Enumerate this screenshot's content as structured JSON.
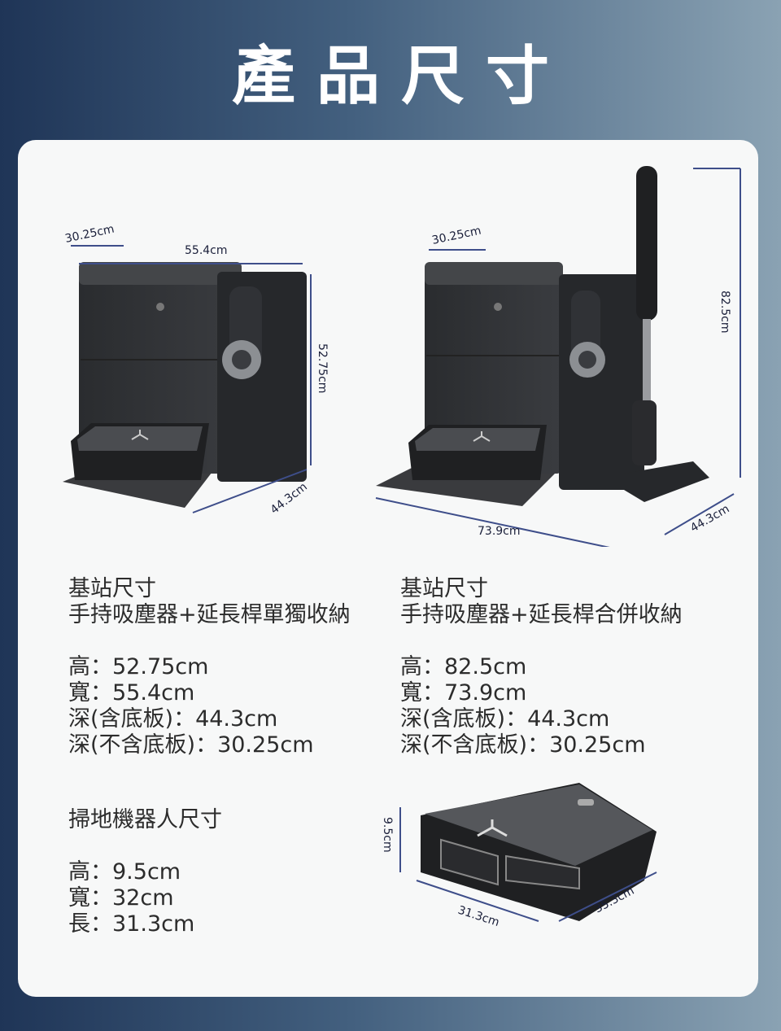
{
  "title": "產品尺寸",
  "figure1": {
    "depth_top": "30.25cm",
    "width": "55.4cm",
    "height": "52.75cm",
    "depth": "44.3cm"
  },
  "figure2": {
    "depth_top": "30.25cm",
    "height": "82.5cm",
    "width": "73.9cm",
    "depth": "44.3cm"
  },
  "figure3": {
    "height": "9.5cm",
    "length": "31.3cm",
    "width": "35.3cm"
  },
  "spec_left": {
    "heading": "基站尺寸",
    "subheading": "手持吸塵器+延長桿單獨收納",
    "lines": [
      "高：52.75cm",
      "寬：55.4cm",
      "深(含底板)：44.3cm",
      "深(不含底板)：30.25cm"
    ]
  },
  "spec_right": {
    "heading": "基站尺寸",
    "subheading": "手持吸塵器+延長桿合併收納",
    "lines": [
      "高：82.5cm",
      "寬：73.9cm",
      "深(含底板)：44.3cm",
      "深(不含底板)：30.25cm"
    ]
  },
  "spec_robot": {
    "heading": "掃地機器人尺寸",
    "lines": [
      "高：9.5cm",
      "寬：32cm",
      "長：31.3cm"
    ]
  },
  "colors": {
    "accent": "#1a1f3a",
    "dimension_line": "#3e4e8a",
    "product": "#2b2d30"
  }
}
